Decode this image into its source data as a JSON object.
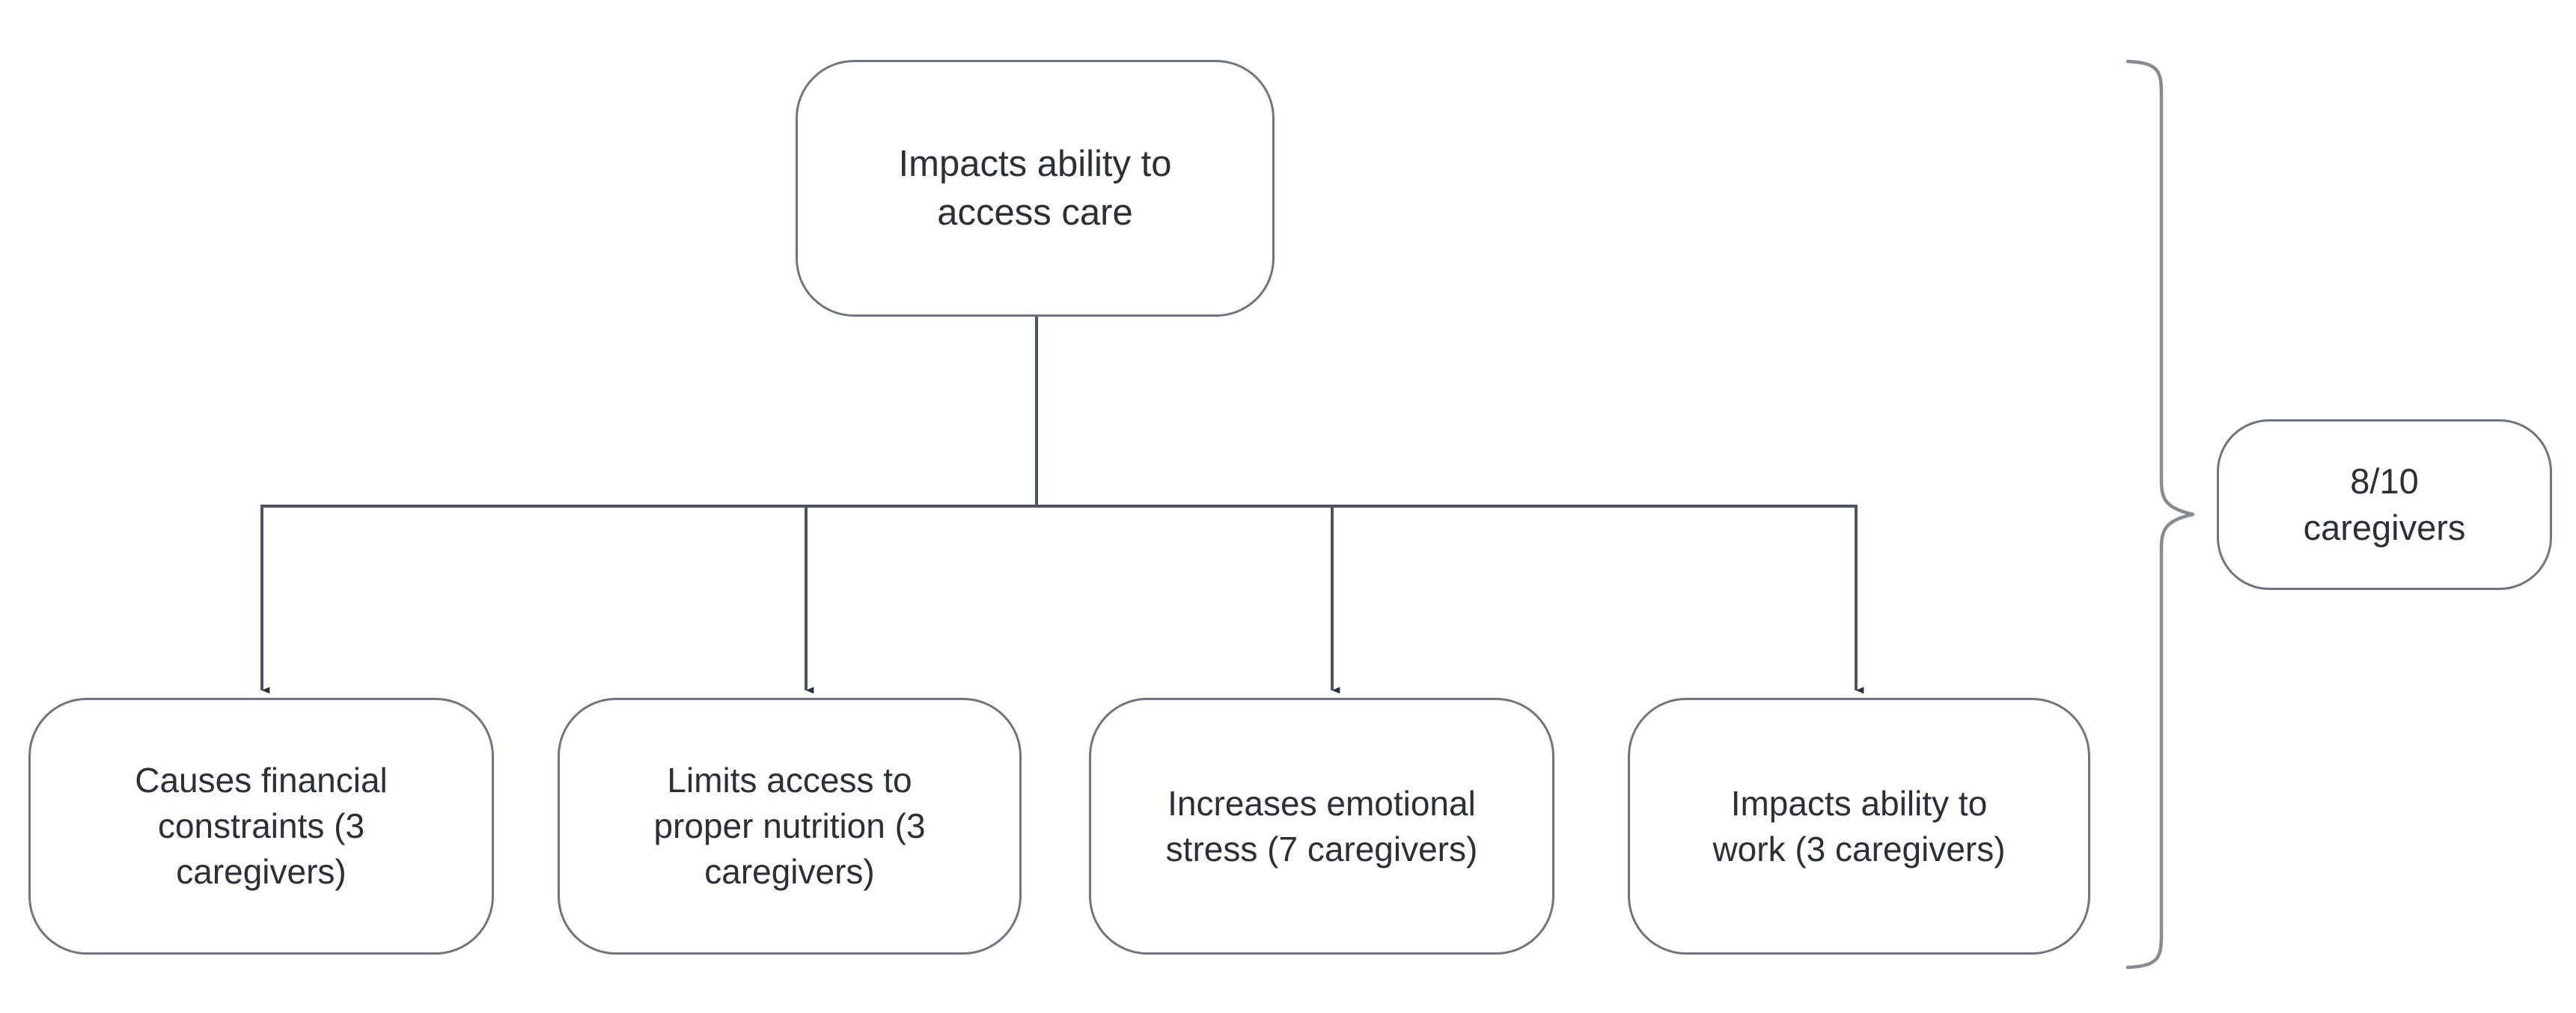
{
  "diagram": {
    "type": "flowchart",
    "orientation": "top-down",
    "root": {
      "id": "root",
      "label": "Impacts ability to\naccess care"
    },
    "children": [
      {
        "id": "child-0",
        "label": "Causes financial\nconstraints (3\ncaregivers)",
        "count": 3
      },
      {
        "id": "child-1",
        "label": "Limits access to\nproper nutrition (3\ncaregivers)",
        "count": 3
      },
      {
        "id": "child-2",
        "label": "Increases emotional\nstress (7 caregivers)",
        "count": 7
      },
      {
        "id": "child-3",
        "label": "Impacts ability to\nwork (3 caregivers)",
        "count": 3
      }
    ],
    "annotation": {
      "id": "badge",
      "label": "8/10\ncaregivers",
      "numerator": 8,
      "denominator": 10
    },
    "colors": {
      "node_border": "#6f757f",
      "node_fill": "#ffffff",
      "text": "#2b2f38",
      "connector": "#4b5563",
      "brace": "#868b93",
      "background": "#ffffff"
    }
  }
}
